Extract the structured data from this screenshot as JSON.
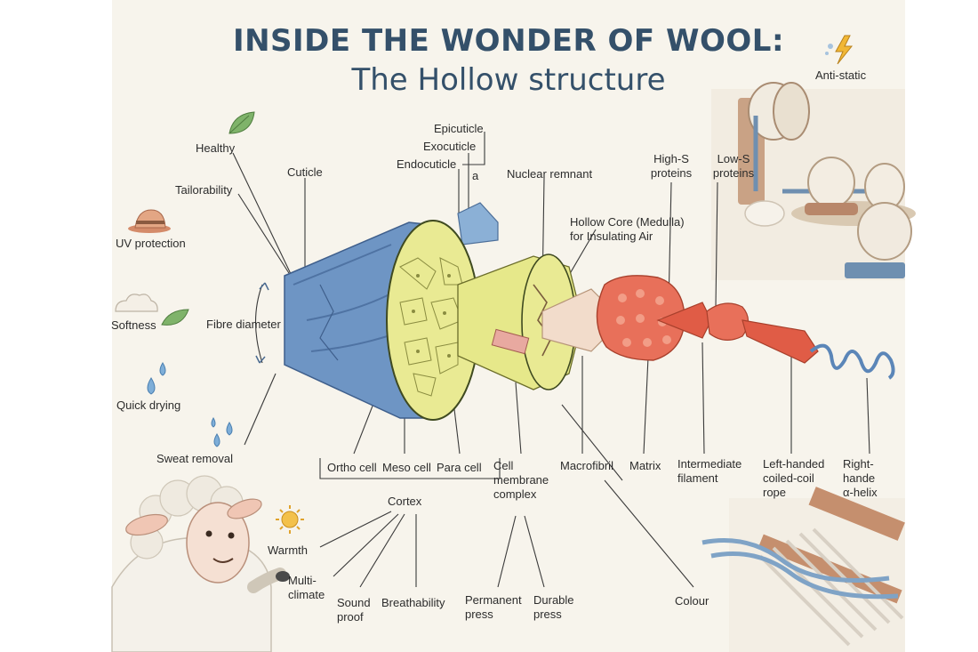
{
  "title_line1": "INSIDE THE WONDER OF WOOL:",
  "title_line2": "The Hollow structure",
  "benefits": {
    "healthy": "Healthy",
    "tailorability": "Tailorability",
    "uv_protection": "UV protection",
    "softness": "Softness",
    "fibre_diameter": "Fibre diameter",
    "quick_drying": "Quick drying",
    "sweat_removal": "Sweat removal",
    "anti_static": "Anti-static",
    "warmth": "Warmth",
    "multi_climate": "Multi-\nclimate",
    "sound_proof": "Sound\nproof",
    "breathability": "Breathability",
    "permanent_press": "Permanent\npress",
    "durable_press": "Durable\npress",
    "colour": "Colour"
  },
  "structure": {
    "cuticle": "Cuticle",
    "epicuticle": "Epicuticle",
    "exocuticle": "Exocuticle",
    "endocuticle": "Endocuticle",
    "a": "a",
    "nuclear_remnant": "Nuclear remnant",
    "hollow_core": "Hollow Core (Medulla)\nfor Insulating Air",
    "high_s": "High-S\nproteins",
    "low_s": "Low-S\nproteins",
    "ortho_cell": "Ortho cell",
    "meso_cell": "Meso cell",
    "para_cell": "Para cell",
    "cortex": "Cortex",
    "cell_membrane": "Cell\nmembrane\ncomplex",
    "macrofibril": "Macrofibril",
    "matrix": "Matrix",
    "intermediate_filament": "Intermediate\nfilament",
    "coiled_coil": "Left-handed\ncoiled-coil\nrope",
    "alpha_helix": "Right-hande\nα-helix"
  },
  "colors": {
    "title": "#34506a",
    "cuticle_blue": "#6e95c4",
    "cortex_yellow": "#e9ea93",
    "fibril_red": "#e8705a",
    "helix_blue": "#5b86b8",
    "paper": "#f7f4ec"
  },
  "icons": [
    "leaf-icon",
    "hat-icon",
    "cloud-icon",
    "water-drops-icon",
    "sun-icon",
    "lightning-icon",
    "sheep-icon",
    "spinning-wheel-icon",
    "loom-icon"
  ]
}
